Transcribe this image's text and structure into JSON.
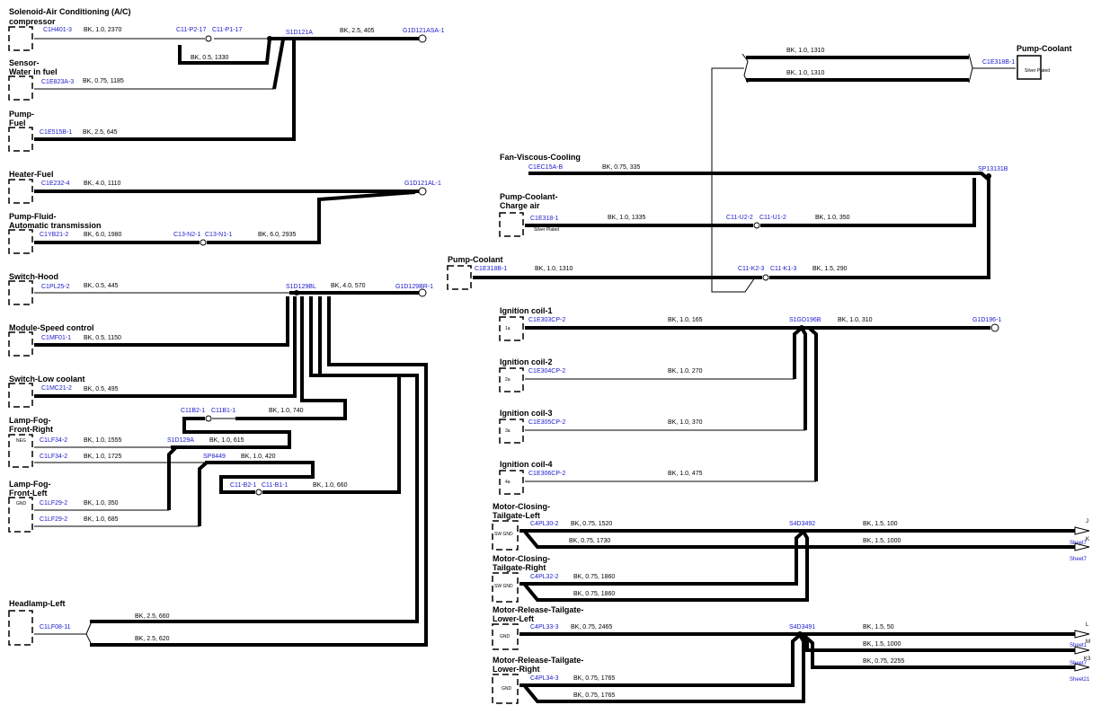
{
  "components": {
    "solenoid_ac": "Solenoid-Air Conditioning (A/C)",
    "solenoid_ac_2": "compressor",
    "sensor_water": "Sensor-",
    "sensor_water_2": "Water in fuel",
    "pump_fuel": "Pump-",
    "pump_fuel_2": "Fuel",
    "heater_fuel": "Heater-Fuel",
    "pump_fluid": "Pump-Fluid-",
    "pump_fluid_2": "Automatic transmission",
    "switch_hood": "Switch-Hood",
    "module_speed": "Module-Speed control",
    "switch_coolant": "Switch-Low coolant",
    "fog_right": "Lamp-Fog-",
    "fog_right_2": "Front-Right",
    "fog_left": "Lamp-Fog-",
    "fog_left_2": "Front-Left",
    "headlamp_left": "Headlamp-Left",
    "pump_coolant_top": "Pump-Coolant",
    "fan_viscous": "Fan-Viscous-Cooling",
    "pump_charge": "Pump-Coolant-",
    "pump_charge_2": "Charge air",
    "pump_coolant": "Pump-Coolant",
    "ign1": "Ignition coil-1",
    "ign2": "Ignition coil-2",
    "ign3": "Ignition coil-3",
    "ign4": "Ignition coil-4",
    "motor_tl": "Motor-Closing-",
    "motor_tl_2": "Tailgate-Left",
    "motor_tr": "Motor-Closing-",
    "motor_tr_2": "Tailgate-Right",
    "motor_rl": "Motor-Release-Tailgate-",
    "motor_rl_2": "Lower-Left",
    "motor_rr": "Motor-Release-Tailgate-",
    "motor_rr_2": "Lower-Right"
  },
  "connectors": {
    "c1h401": "C1H401-3",
    "c11p217": "C11-P2-17",
    "c11p117": "C11-P1-17",
    "s1d121a": "S1D121A",
    "g1d121asa": "G1D121ASA-1",
    "c1e823a": "C1E823A-3",
    "c1e515b": "C1E515B-1",
    "c1e232": "C1E232-4",
    "g1d121al": "G1D121AL-1",
    "c1yb21": "C1YB21-2",
    "c13n21": "C13-N2-1",
    "c13n11": "C13-N1-1",
    "c1pl25": "C1PL25-2",
    "s1d129bl": "S1D129BL",
    "g1d129br": "G1D129BR-1",
    "c1mf01": "C1MF01-1",
    "c1mc21": "C1MC21-2",
    "c11b21": "C11B2-1",
    "c11b11": "C11B1-1",
    "c1lf34_a": "C1LF34-2",
    "s1d129a": "S1D129A",
    "c1lf34_b": "C1LF34-2",
    "sp8449": "SP8449",
    "c11b21b": "C11-B2-1",
    "c11b11b": "C11-B1-1",
    "c1lf29_a": "C1LF29-2",
    "c1lf29_b": "C1LF29-2",
    "c1lf08": "C1LF08-11",
    "c1e318b_top": "C1E318B-1",
    "c1ec15a": "C1EC15A-B",
    "sp13131b": "SP13131B",
    "c1e318": "C1E318-1",
    "c11u22": "C11-U2-2",
    "c11u12": "C11-U1-2",
    "c1e318b": "C1E318B-1",
    "c11k23": "C11-K2-3",
    "c11k13": "C11-K1-3",
    "c1e303": "C1E303CP-2",
    "s1gd196b": "S1GD196B",
    "g1d196": "G1D196-1",
    "c1e304": "C1E304CP-2",
    "c1e305": "C1E305CP-2",
    "c1e306": "C1E306CP-2",
    "c4pl30": "C4PL30-2",
    "s4d3492": "S4D3492",
    "c4pl32": "C4PL32-2",
    "c4pl33": "C4PL33-3",
    "s4d3491": "S4D3491",
    "c4pl34": "C4PL34-3"
  },
  "wires": {
    "w1": "BK, 1.0, 2370",
    "w2": "BK, 2.5, 405",
    "w3": "BK, 0.5, 1330",
    "w4": "BK, 0.75, 1185",
    "w5": "BK, 2.5, 645",
    "w6": "BK, 4.0, 1110",
    "w7": "BK, 6.0, 1980",
    "w8": "BK, 6.0, 2935",
    "w9": "BK, 0.5, 445",
    "w10": "BK, 4.0, 570",
    "w11": "BK, 0.5, 1150",
    "w12": "BK, 0.5, 495",
    "w13": "BK, 1.0, 740",
    "w14": "BK, 1.0, 1555",
    "w15": "BK, 1.0, 615",
    "w16": "BK, 1.0, 1725",
    "w17": "BK, 1.0, 420",
    "w18": "BK, 1.0, 660",
    "w19": "BK, 1.0, 350",
    "w20": "BK, 1.0, 685",
    "w21": "BK, 2.5, 660",
    "w22": "BK, 2.5, 620",
    "w23": "BK, 1.0, 1310",
    "w24": "BK, 1.0, 1310",
    "w25": "BK, 0.75, 335",
    "w26": "BK, 1.0, 1335",
    "w27": "BK, 1.0, 350",
    "w28": "BK, 1.0, 1310",
    "w29": "BK, 1.5, 290",
    "w30": "BK, 1.0, 165",
    "w31": "BK, 1.0, 310",
    "w32": "BK, 1.0, 270",
    "w33": "BK, 1.0, 370",
    "w34": "BK, 1.0, 475",
    "w35": "BK, 0.75, 1520",
    "w36": "BK, 1.5, 100",
    "w37": "BK, 0.75, 1730",
    "w38": "BK, 1.5, 1000",
    "w39": "BK, 0.75, 1860",
    "w40": "BK, 0.75, 1860",
    "w41": "BK, 0.75, 2465",
    "w42": "BK, 1.5, 50",
    "w43": "BK, 1.5, 1000",
    "w44": "BK, 0.75, 2255",
    "w45": "BK, 0.75, 1765",
    "w46": "BK, 0.75, 1765"
  },
  "pins": {
    "neg": "NEG",
    "gnd": "GND",
    "sw_gnd_1": "SW GND",
    "sw_gnd_2": "SW GND",
    "gnd_1": "GND",
    "gnd_2": "GND",
    "p1a": "1a",
    "p2a": "2a",
    "p3a": "3a",
    "p4a": "4a",
    "silver_1": "Silver Plated",
    "silver_2": "Silver Plated"
  },
  "sheets": {
    "j": "J",
    "k": "K",
    "sheet7a": "Sheet7",
    "sheet7b": "Sheet7",
    "l": "L",
    "m": "M",
    "k3": "K3",
    "sheet1": "Sheet1",
    "sheet2": "Sheet7",
    "sheet21": "Sheet21"
  }
}
